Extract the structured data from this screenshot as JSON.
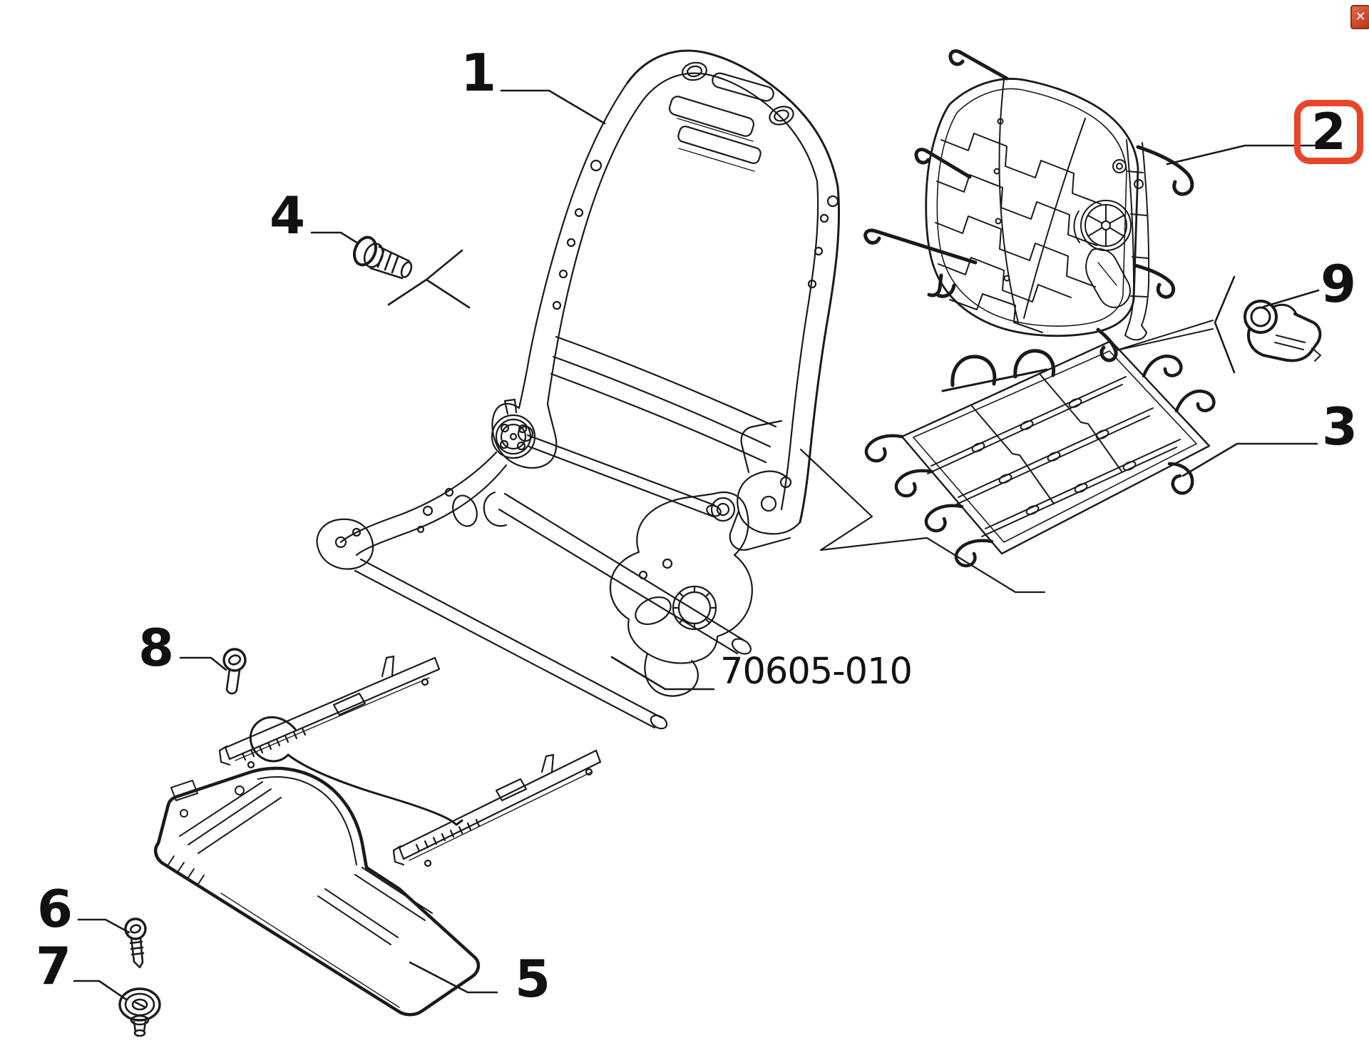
{
  "diagram": {
    "part_number_label": "70605-010",
    "callouts": [
      {
        "label": "1",
        "highlighted": false
      },
      {
        "label": "2",
        "highlighted": true
      },
      {
        "label": "3",
        "highlighted": false
      },
      {
        "label": "4",
        "highlighted": false
      },
      {
        "label": "5",
        "highlighted": false
      },
      {
        "label": "6",
        "highlighted": false
      },
      {
        "label": "7",
        "highlighted": false
      },
      {
        "label": "8",
        "highlighted": false
      },
      {
        "label": "9",
        "highlighted": false
      }
    ],
    "highlight_color": "#e8452b",
    "line_color": "#1a1a1a",
    "background_color": "#ffffff"
  },
  "artifacts": {
    "broken_image_icon_glyph": "✕",
    "broken_image_icon_color": "#cf4a2b"
  }
}
